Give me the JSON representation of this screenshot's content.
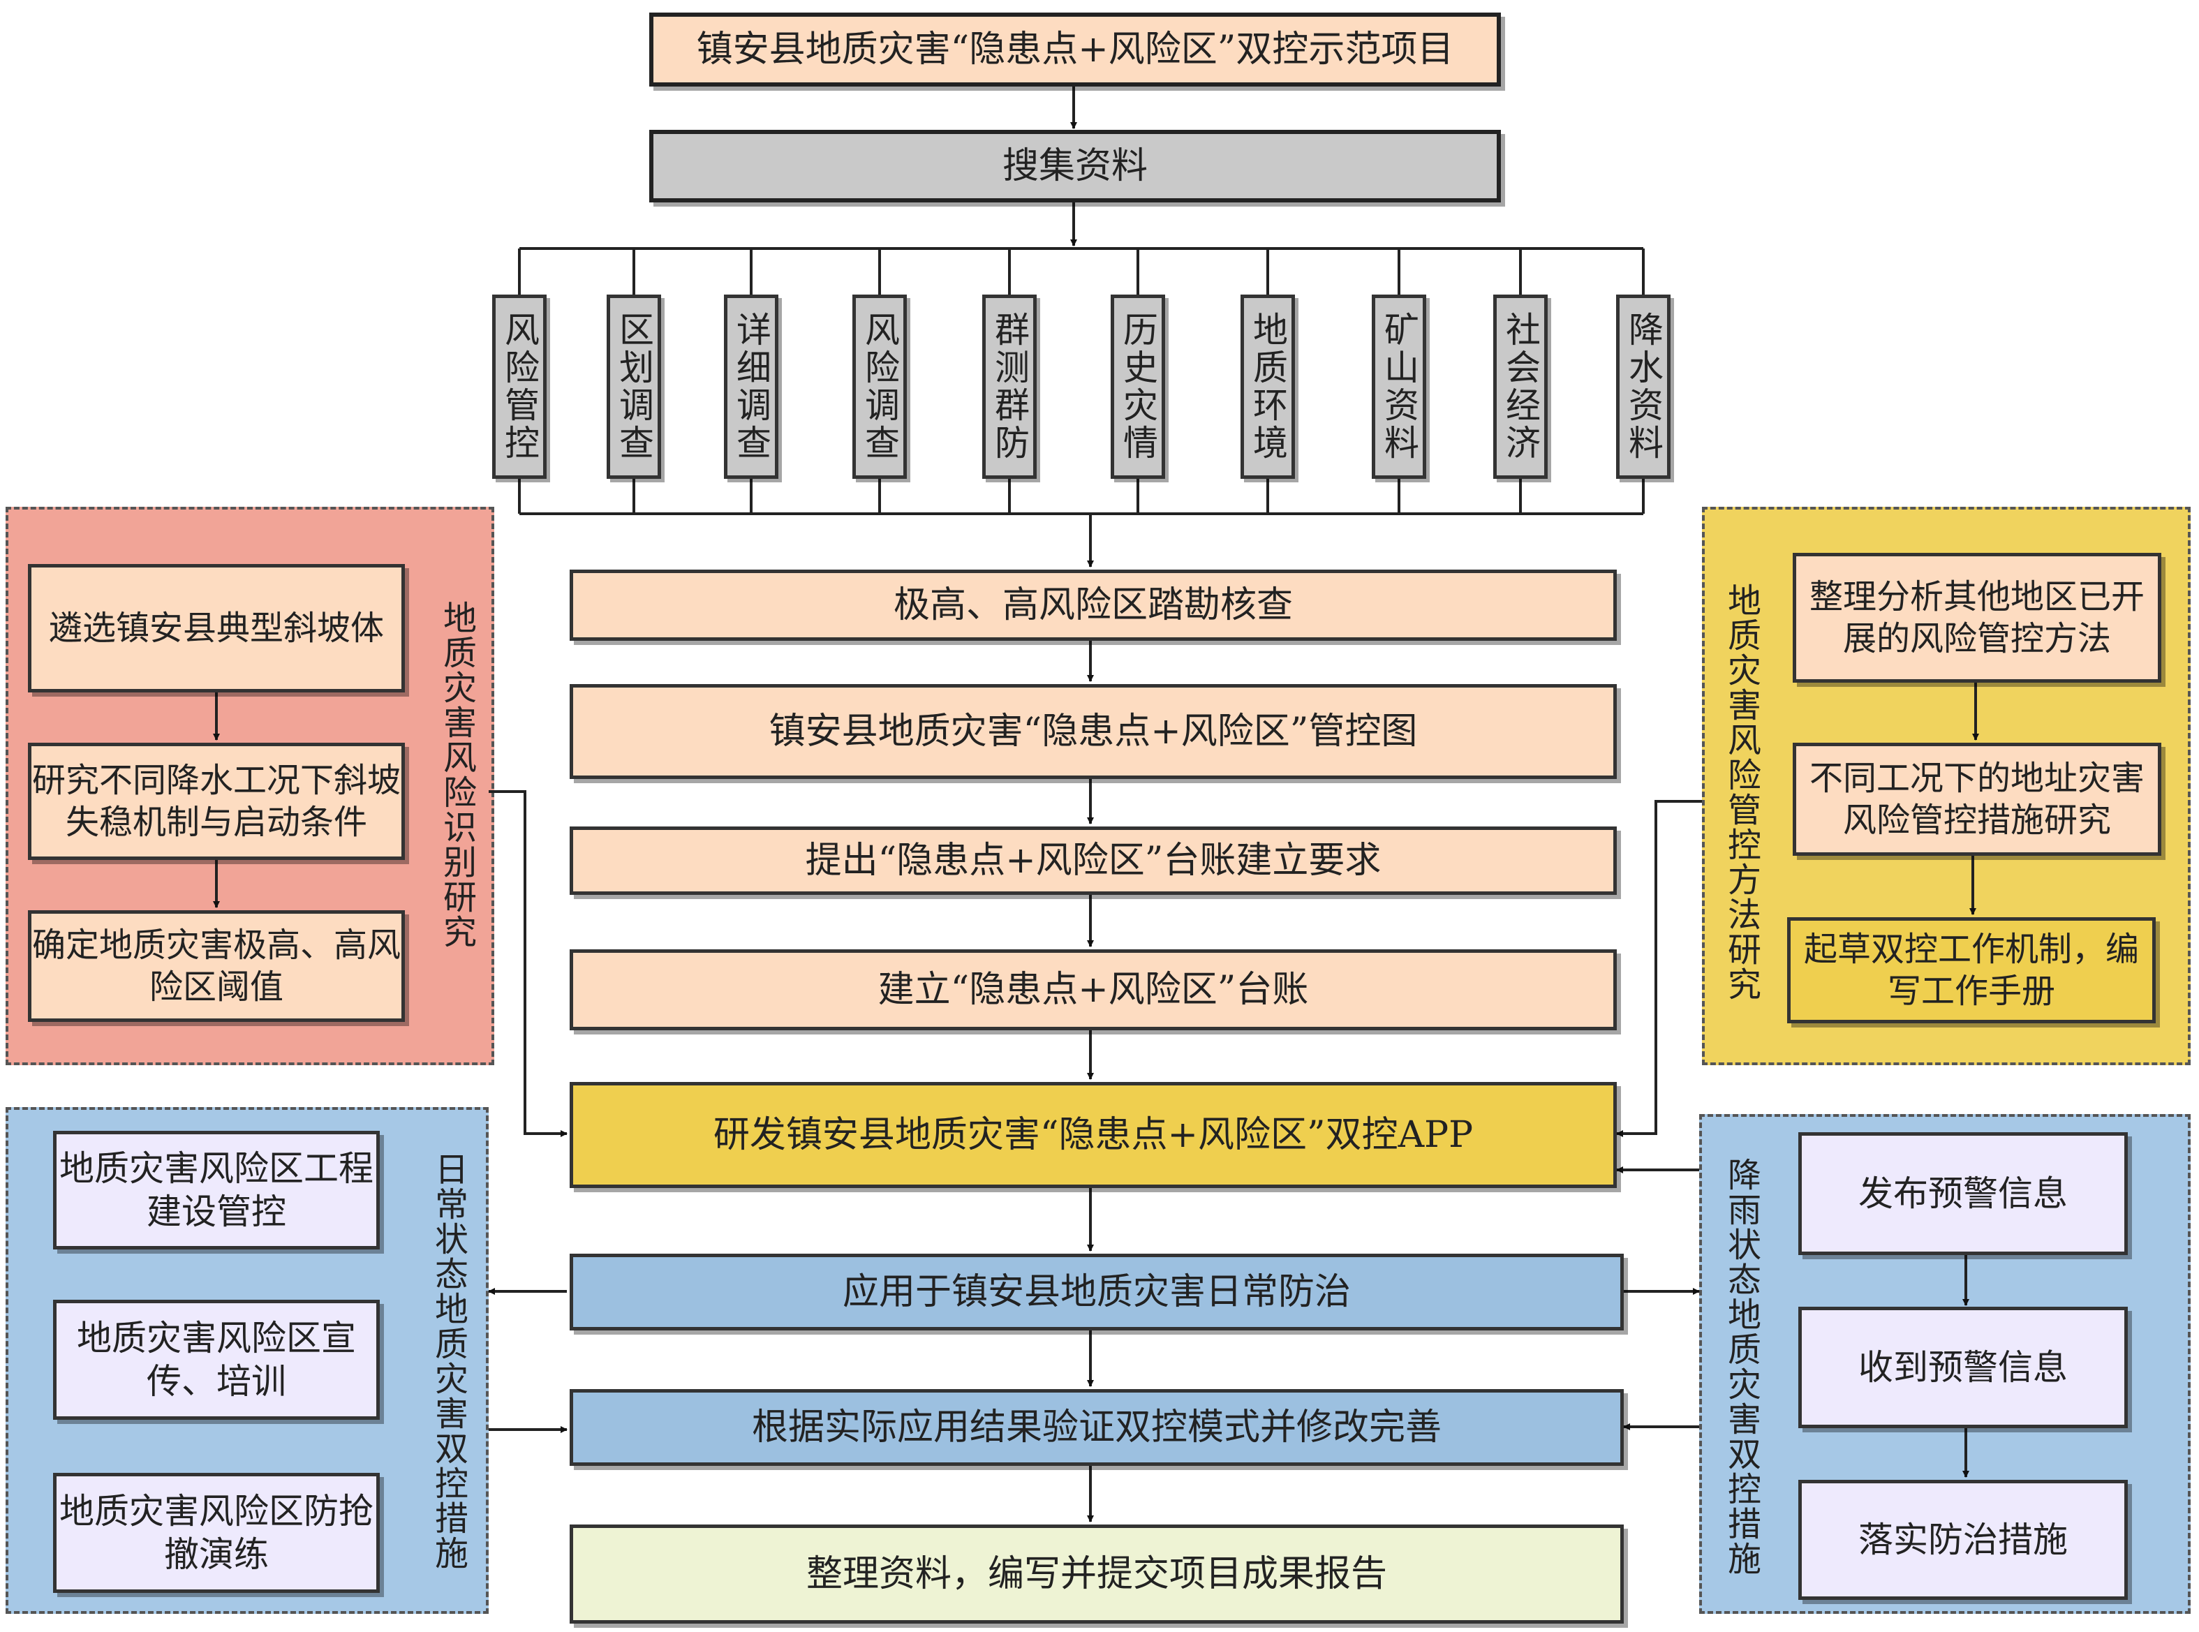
{
  "title": "镇安县地质灾害“隐患点+风险区”双控示范项目",
  "collect": "搜集资料",
  "sources": [
    "风险管控",
    "区划调查",
    "详细调查",
    "风险调查",
    "群测群防",
    "历史灾情",
    "地质环境",
    "矿山资料",
    "社会经济",
    "降水资料"
  ],
  "main_steps": [
    "极高、高风险区踏勘核查",
    "镇安县地质灾害“隐患点+风险区”管控图",
    "提出“隐患点+风险区”台账建立要求",
    "建立“隐患点+风险区”台账",
    "研发镇安县地质灾害“隐患点+风险区”双控APP",
    "应用于镇安县地质灾害日常防治",
    "根据实际应用结果验证双控模式并修改完善",
    "整理资料，编写并提交项目成果报告"
  ],
  "panel_identify": {
    "label": "地质灾害风险识别研究",
    "items": [
      "遴选镇安县典型斜坡体",
      "研究不同降水工况下斜坡失稳机制与启动条件",
      "确定地质灾害极高、高风险区阈值"
    ]
  },
  "panel_method": {
    "label": "地质灾害风险管控方法研究",
    "items": [
      "整理分析其他地区已开展的风险管控方法",
      "不同工况下的地址灾害风险管控措施研究",
      "起草双控工作机制，编写工作手册"
    ]
  },
  "panel_daily": {
    "label": "日常状态地质灾害双控措施",
    "items": [
      "地质灾害风险区工程建设管控",
      "地质灾害风险区宣传、培训",
      "地质灾害风险区防抢撤演练"
    ]
  },
  "panel_rain": {
    "label": "降雨状态地质灾害双控措施",
    "items": [
      "发布预警信息",
      "收到预警信息",
      "落实防治措施"
    ]
  },
  "colors": {
    "peach": "#fddcc1",
    "gray": "#c9c9c9",
    "gold": "#efcf4f",
    "blue": "#9cc0e0",
    "lavender": "#eeeafd",
    "green": "#eef3d4",
    "panel_pink": "#f1a497",
    "panel_yellow": "#f0d35e",
    "panel_blue": "#a6c8e6"
  }
}
